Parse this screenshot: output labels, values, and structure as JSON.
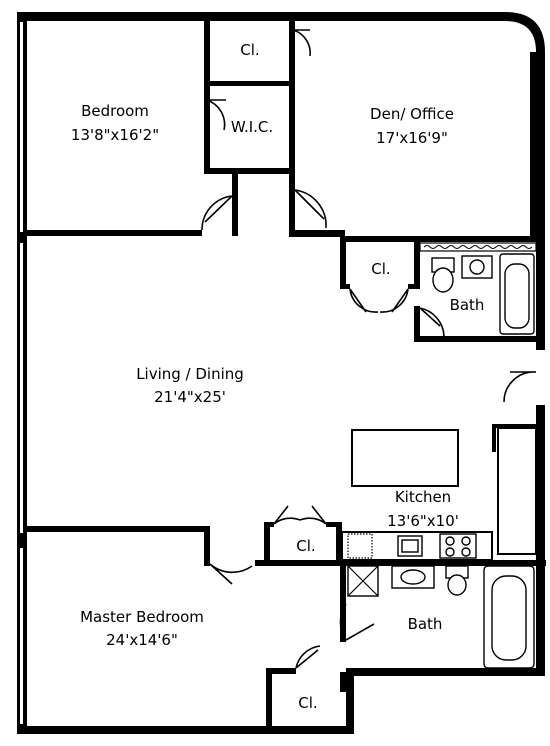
{
  "rooms": {
    "bedroom": {
      "name": "Bedroom",
      "size": "13'8\"x16'2\""
    },
    "den": {
      "name": "Den/ Office",
      "size": "17'x16'9\""
    },
    "living": {
      "name": "Living / Dining",
      "size": "21'4\"x25'"
    },
    "kitchen": {
      "name": "Kitchen",
      "size": "13'6\"x10'"
    },
    "master": {
      "name": "Master Bedroom",
      "size": "24'x14'6\""
    },
    "bath_upper": {
      "name": "Bath"
    },
    "bath_lower": {
      "name": "Bath"
    }
  },
  "closets": {
    "top": "Cl.",
    "wic": "W.I.C.",
    "hall": "Cl.",
    "living": "Cl.",
    "master": "Cl."
  }
}
